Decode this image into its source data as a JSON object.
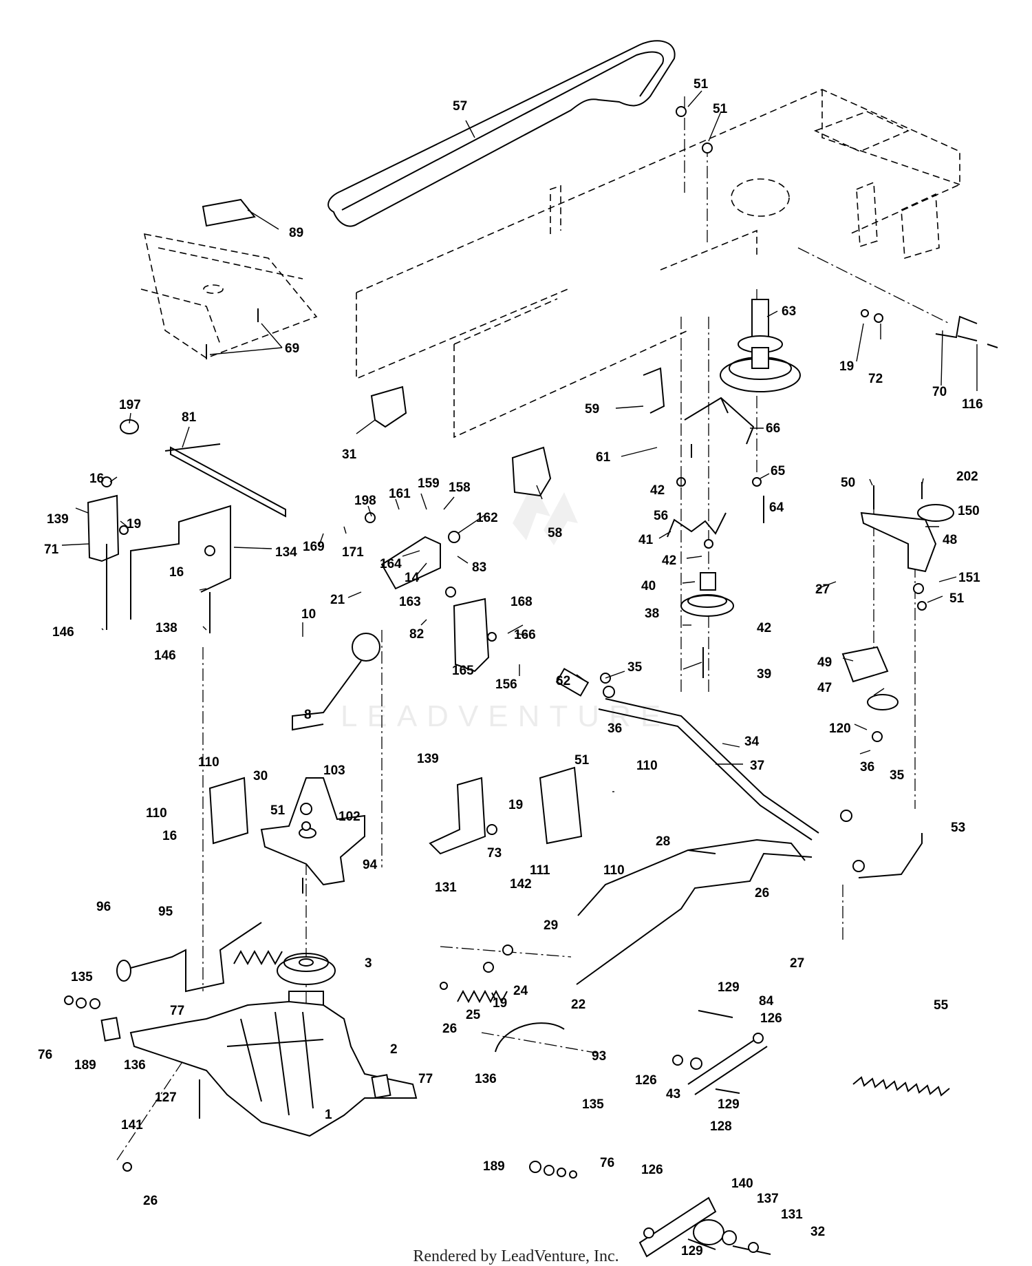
{
  "callouts": [
    {
      "id": "57",
      "text": "57"
    },
    {
      "id": "51a",
      "text": "51"
    },
    {
      "id": "51b",
      "text": "51"
    },
    {
      "id": "89",
      "text": "89"
    },
    {
      "id": "69",
      "text": "69"
    },
    {
      "id": "63",
      "text": "63"
    },
    {
      "id": "19a",
      "text": "19"
    },
    {
      "id": "72",
      "text": "72"
    },
    {
      "id": "70",
      "text": "70"
    },
    {
      "id": "116",
      "text": "116"
    },
    {
      "id": "197",
      "text": "197"
    },
    {
      "id": "81",
      "text": "81"
    },
    {
      "id": "31",
      "text": "31"
    },
    {
      "id": "59",
      "text": "59"
    },
    {
      "id": "66",
      "text": "66"
    },
    {
      "id": "61",
      "text": "61"
    },
    {
      "id": "65",
      "text": "65"
    },
    {
      "id": "16a",
      "text": "16"
    },
    {
      "id": "139a",
      "text": "139"
    },
    {
      "id": "19b",
      "text": "19"
    },
    {
      "id": "71",
      "text": "71"
    },
    {
      "id": "134",
      "text": "134"
    },
    {
      "id": "198",
      "text": "198"
    },
    {
      "id": "161",
      "text": "161"
    },
    {
      "id": "159",
      "text": "159"
    },
    {
      "id": "158",
      "text": "158"
    },
    {
      "id": "162",
      "text": "162"
    },
    {
      "id": "58",
      "text": "58"
    },
    {
      "id": "42a",
      "text": "42"
    },
    {
      "id": "56",
      "text": "56"
    },
    {
      "id": "64",
      "text": "64"
    },
    {
      "id": "50",
      "text": "50"
    },
    {
      "id": "202",
      "text": "202"
    },
    {
      "id": "150",
      "text": "150"
    },
    {
      "id": "48",
      "text": "48"
    },
    {
      "id": "169",
      "text": "169"
    },
    {
      "id": "171",
      "text": "171"
    },
    {
      "id": "164",
      "text": "164"
    },
    {
      "id": "14",
      "text": "14"
    },
    {
      "id": "83",
      "text": "83"
    },
    {
      "id": "41",
      "text": "41"
    },
    {
      "id": "42b",
      "text": "42"
    },
    {
      "id": "16b",
      "text": "16"
    },
    {
      "id": "21",
      "text": "21"
    },
    {
      "id": "163",
      "text": "163"
    },
    {
      "id": "168",
      "text": "168"
    },
    {
      "id": "40",
      "text": "40"
    },
    {
      "id": "27a",
      "text": "27"
    },
    {
      "id": "151",
      "text": "151"
    },
    {
      "id": "51c",
      "text": "51"
    },
    {
      "id": "138",
      "text": "138"
    },
    {
      "id": "146a",
      "text": "146"
    },
    {
      "id": "146b",
      "text": "146"
    },
    {
      "id": "10",
      "text": "10"
    },
    {
      "id": "82",
      "text": "82"
    },
    {
      "id": "166",
      "text": "166"
    },
    {
      "id": "38",
      "text": "38"
    },
    {
      "id": "42c",
      "text": "42"
    },
    {
      "id": "165",
      "text": "165"
    },
    {
      "id": "156",
      "text": "156"
    },
    {
      "id": "39",
      "text": "39"
    },
    {
      "id": "49",
      "text": "49"
    },
    {
      "id": "35a",
      "text": "35"
    },
    {
      "id": "62",
      "text": "62"
    },
    {
      "id": "47",
      "text": "47"
    },
    {
      "id": "8",
      "text": "8"
    },
    {
      "id": "36a",
      "text": "36"
    },
    {
      "id": "120",
      "text": "120"
    },
    {
      "id": "34",
      "text": "34"
    },
    {
      "id": "37",
      "text": "37"
    },
    {
      "id": "110a",
      "text": "110"
    },
    {
      "id": "139b",
      "text": "139"
    },
    {
      "id": "51d",
      "text": "51"
    },
    {
      "id": "110b",
      "text": "110"
    },
    {
      "id": "36b",
      "text": "36"
    },
    {
      "id": "35b",
      "text": "35"
    },
    {
      "id": "103",
      "text": "103"
    },
    {
      "id": "30",
      "text": "30"
    },
    {
      "id": "19c",
      "text": "19"
    },
    {
      "id": "110c",
      "text": "110"
    },
    {
      "id": "51e",
      "text": "51"
    },
    {
      "id": "102",
      "text": "102"
    },
    {
      "id": "53",
      "text": "53"
    },
    {
      "id": "16c",
      "text": "16"
    },
    {
      "id": "73",
      "text": "73"
    },
    {
      "id": "28",
      "text": "28"
    },
    {
      "id": "94",
      "text": "94"
    },
    {
      "id": "111",
      "text": "111"
    },
    {
      "id": "110d",
      "text": "110"
    },
    {
      "id": "131a",
      "text": "131"
    },
    {
      "id": "142",
      "text": "142"
    },
    {
      "id": "26a",
      "text": "26"
    },
    {
      "id": "96",
      "text": "96"
    },
    {
      "id": "95",
      "text": "95"
    },
    {
      "id": "29",
      "text": "29"
    },
    {
      "id": "27b",
      "text": "27"
    },
    {
      "id": "3",
      "text": "3"
    },
    {
      "id": "135a",
      "text": "135"
    },
    {
      "id": "24",
      "text": "24"
    },
    {
      "id": "19d",
      "text": "19"
    },
    {
      "id": "129a",
      "text": "129"
    },
    {
      "id": "26b",
      "text": "26"
    },
    {
      "id": "25",
      "text": "25"
    },
    {
      "id": "22",
      "text": "22"
    },
    {
      "id": "84",
      "text": "84"
    },
    {
      "id": "77a",
      "text": "77"
    },
    {
      "id": "126a",
      "text": "126"
    },
    {
      "id": "55",
      "text": "55"
    },
    {
      "id": "76a",
      "text": "76"
    },
    {
      "id": "189a",
      "text": "189"
    },
    {
      "id": "136a",
      "text": "136"
    },
    {
      "id": "2",
      "text": "2"
    },
    {
      "id": "93",
      "text": "93"
    },
    {
      "id": "126b",
      "text": "126"
    },
    {
      "id": "43",
      "text": "43"
    },
    {
      "id": "77b",
      "text": "77"
    },
    {
      "id": "136b",
      "text": "136"
    },
    {
      "id": "129b",
      "text": "129"
    },
    {
      "id": "127",
      "text": "127"
    },
    {
      "id": "135b",
      "text": "135"
    },
    {
      "id": "1",
      "text": "1"
    },
    {
      "id": "141",
      "text": "141"
    },
    {
      "id": "128",
      "text": "128"
    },
    {
      "id": "189b",
      "text": "189"
    },
    {
      "id": "76b",
      "text": "76"
    },
    {
      "id": "126c",
      "text": "126"
    },
    {
      "id": "140",
      "text": "140"
    },
    {
      "id": "137",
      "text": "137"
    },
    {
      "id": "26c",
      "text": "26"
    },
    {
      "id": "131b",
      "text": "131"
    },
    {
      "id": "32",
      "text": "32"
    },
    {
      "id": "129c",
      "text": "129"
    }
  ],
  "watermark": "LEADVENTURE",
  "footer": "Rendered by LeadVenture, Inc."
}
